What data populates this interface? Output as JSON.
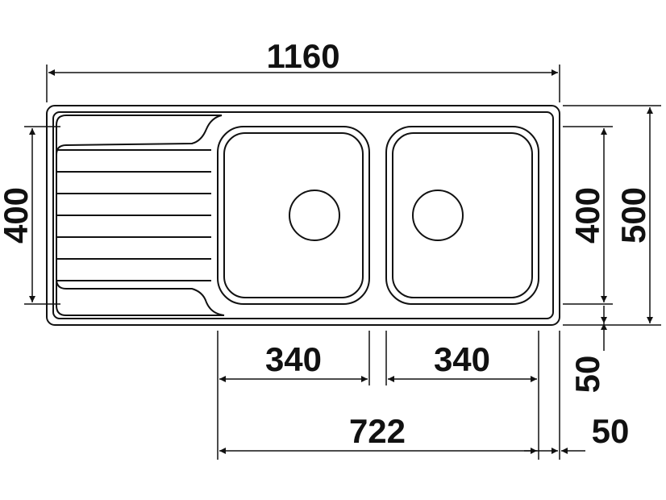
{
  "colors": {
    "line": "#111111",
    "background": "#ffffff"
  },
  "dimensions": {
    "overall_width": "1160",
    "left_depth": "400",
    "bowl_depth": "400",
    "overall_depth": "500",
    "bowl1_width": "340",
    "bowl2_width": "340",
    "bowls_span": "722",
    "front_offset": "50",
    "right_offset": "50"
  }
}
